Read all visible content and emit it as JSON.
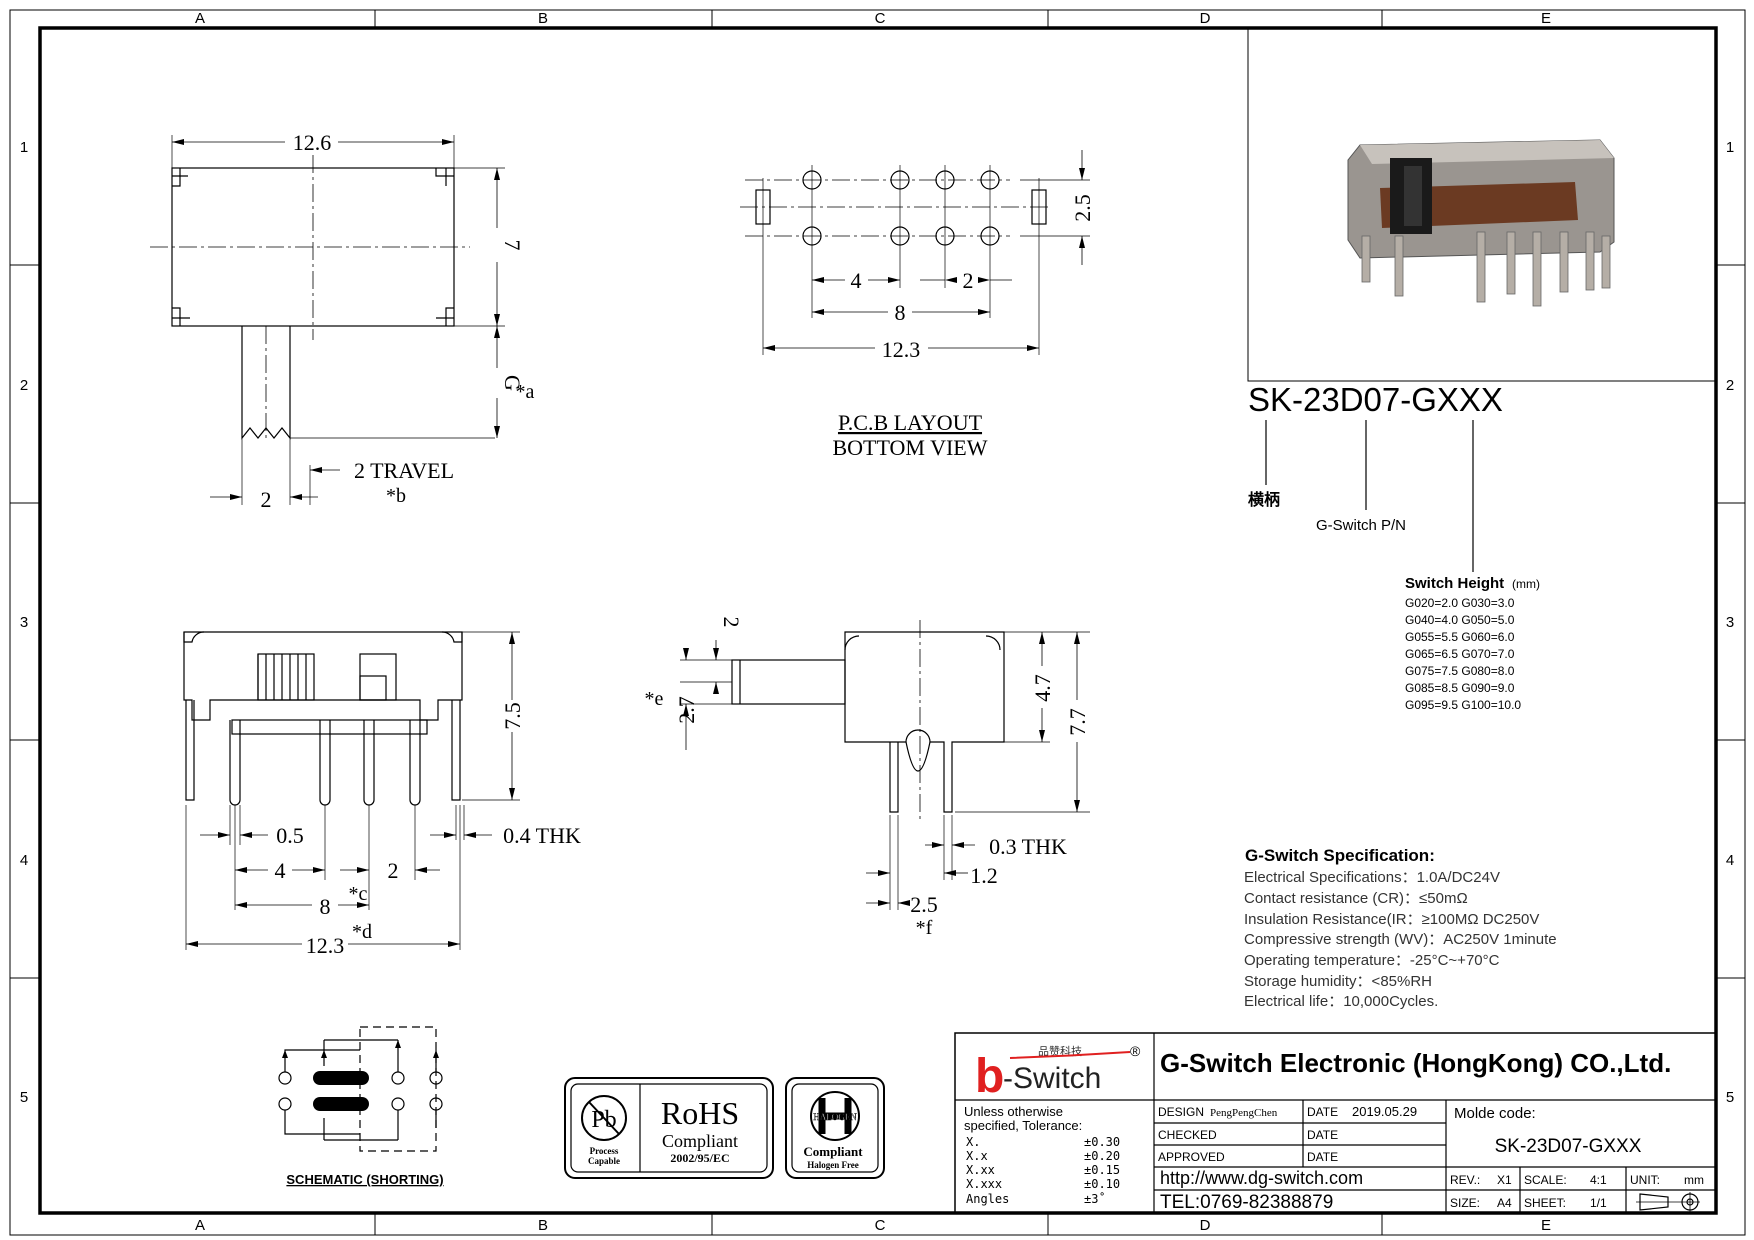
{
  "frame": {
    "columns": [
      "A",
      "B",
      "C",
      "D",
      "E"
    ],
    "rows": [
      "1",
      "2",
      "3",
      "4",
      "5"
    ]
  },
  "top_view": {
    "width": "12.6",
    "height": "7",
    "g_label": "G",
    "g_note": "*a",
    "travel": "2 TRAVEL",
    "travel_note": "*b",
    "lever_width": "2"
  },
  "pcb_layout": {
    "title": "P.C.B LAYOUT",
    "subtitle": "BOTTOM VIEW",
    "pitch_4": "4",
    "pitch_2": "2",
    "span_8": "8",
    "total": "12.3",
    "row_gap": "2.5"
  },
  "front_view": {
    "height": "7.5",
    "pin_width": "0.5",
    "thk": "0.4 THK",
    "pitch_4": "4",
    "pitch_2": "2",
    "span_8": "8",
    "span_note_c": "*c",
    "total": "12.3",
    "total_note_d": "*d"
  },
  "side_view": {
    "lever_offset": "2",
    "lever_dim": "2.7",
    "lever_note": "*e",
    "body_h": "4.7",
    "total_h": "7.7",
    "thk": "0.3 THK",
    "pin_gap": "1.2",
    "pin_span": "2.5",
    "pin_span_note": "*f"
  },
  "schematic": {
    "title": "SCHEMATIC (SHORTING)"
  },
  "badges": {
    "pb": "Pb",
    "pb_sub1": "Process",
    "pb_sub2": "Capable",
    "rohs": "RoHS",
    "rohs_sub1": "Compliant",
    "rohs_sub2": "2002/95/EC",
    "halogen": "HALOGEN",
    "halogen_sub1": "Compliant",
    "halogen_sub2": "Halogen Free"
  },
  "part_number": {
    "code": "SK-23D07-GXXX",
    "lever_label": "横柄",
    "pn_label": "G-Switch P/N",
    "height_title": "Switch Height",
    "height_unit": "(mm)",
    "heights": [
      "G020=2.0  G030=3.0",
      "G040=4.0  G050=5.0",
      "G055=5.5  G060=6.0",
      "G065=6.5  G070=7.0",
      "G075=7.5  G080=8.0",
      "G085=8.5  G090=9.0",
      "G095=9.5  G100=10.0"
    ]
  },
  "spec": {
    "title": "G-Switch Specification:",
    "lines": [
      "Electrical Specifications：1.0A/DC24V",
      "Contact resistance (CR)：≤50mΩ",
      "Insulation Resistance(IR：≥100MΩ  DC250V",
      "Compressive strength (WV)：AC250V 1minute",
      "Operating temperature：-25°C~+70°C",
      "Storage humidity：<85%RH",
      "Electrical life：10,000Cycles."
    ]
  },
  "title_block": {
    "logo_cn": "品赞科技",
    "logo_text": "-Switch",
    "logo_b": "b",
    "registered": "®",
    "company": "G-Switch Electronic (HongKong) CO.,Ltd.",
    "tolerance_title": "Unless  otherwise",
    "tolerance_title2": "specified,  Tolerance:",
    "tolerances": [
      {
        "k": "X.",
        "v": "±0.30"
      },
      {
        "k": "X.x",
        "v": "±0.20"
      },
      {
        "k": "X.xx",
        "v": "±0.15"
      },
      {
        "k": "X.xxx",
        "v": "±0.10"
      },
      {
        "k": "Angles",
        "v": "±3˚"
      }
    ],
    "design_label": "DESIGN",
    "designer": "PengPengChen",
    "date_label": "DATE",
    "date": "2019.05.29",
    "checked_label": "CHECKED",
    "approved_label": "APPROVED",
    "molde_label": "Molde  code:",
    "molde_code": "SK-23D07-GXXX",
    "website": "http://www.dg-switch.com",
    "tel": "TEL:0769-82388879",
    "rev_label": "REV.:",
    "rev": "X1",
    "scale_label": "SCALE:",
    "scale": "4:1",
    "unit_label": "UNIT:",
    "unit": "mm",
    "size_label": "SIZE:",
    "size": "A4",
    "sheet_label": "SHEET:",
    "sheet": "1/1"
  }
}
